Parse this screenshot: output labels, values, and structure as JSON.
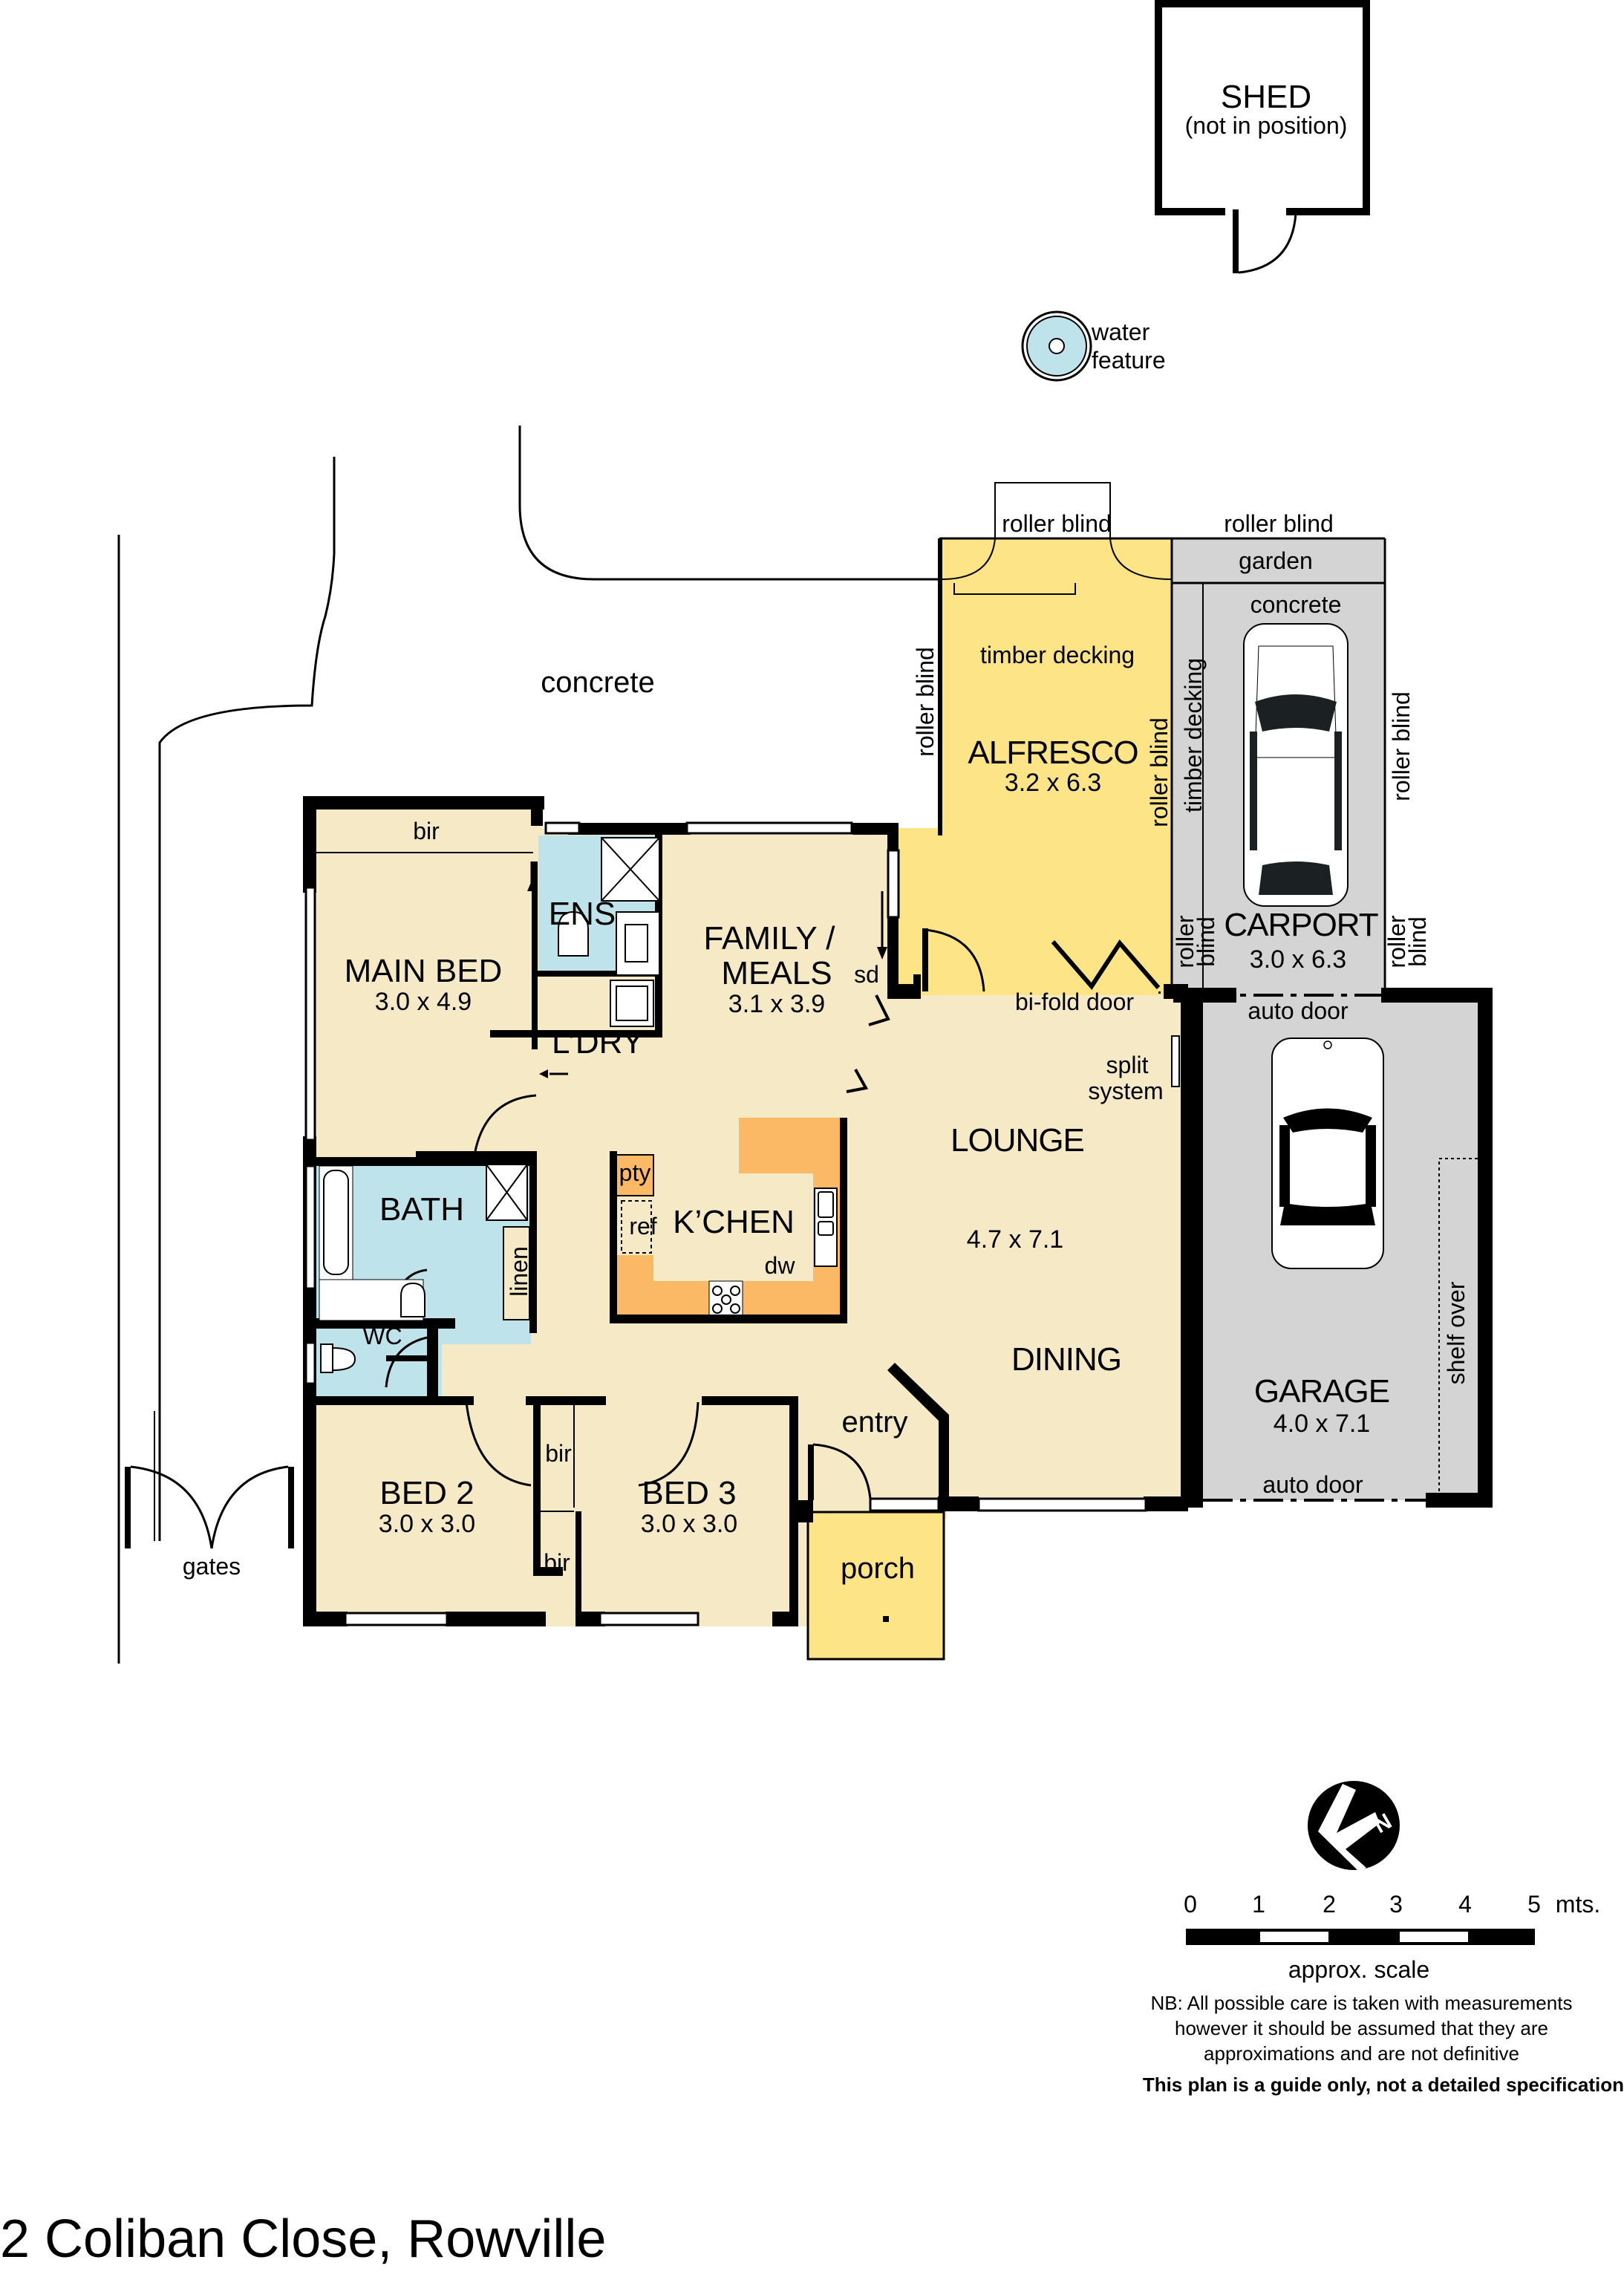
{
  "title": "2 Coliban Close, Rowville",
  "colors": {
    "interior": "#f6e9c6",
    "wet_area": "#bfe3ea",
    "kitchen_bench": "#fbb865",
    "outdoor_deck": "#fde487",
    "garage": "#d4d4d4",
    "wall": "#000000"
  },
  "outside": {
    "shed": {
      "name": "SHED",
      "note": "(not in position)"
    },
    "water_feature": {
      "line1": "water",
      "line2": "feature"
    },
    "concrete_yard": "concrete",
    "gates": "gates"
  },
  "rooms": {
    "alfresco": {
      "name": "ALFRESCO",
      "dims": "3.2 x 6.3",
      "surface": "timber decking",
      "top_blind": "roller blind",
      "left_blind": "roller blind",
      "right_blind": "roller blind"
    },
    "carport": {
      "name": "CARPORT",
      "dims": "3.0 x 6.3",
      "garden": "garden",
      "surface": "concrete",
      "side_decking": "timber decking",
      "top_blind": "roller blind",
      "right_blind": "roller blind",
      "left_low_blind_1": "roller",
      "left_low_blind_2": "blind",
      "right_low_blind_1": "roller",
      "right_low_blind_2": "blind"
    },
    "garage": {
      "name": "GARAGE",
      "dims": "4.0 x 7.1",
      "auto_door_top": "auto door",
      "auto_door_bottom": "auto door",
      "shelf": "shelf over"
    },
    "main_bed": {
      "name": "MAIN BED",
      "dims": "3.0 x 4.9",
      "robe": "bir"
    },
    "ensuite": {
      "name": "ENS"
    },
    "laundry": {
      "name": "L’DRY"
    },
    "family_meals": {
      "name_line1": "FAMILY /",
      "name_line2": "MEALS",
      "dims": "3.1 x 3.9",
      "sliding_door": "sd"
    },
    "lounge": {
      "name": "LOUNGE",
      "dims": "4.7 x 7.1",
      "dining": "DINING",
      "bifold": "bi-fold door",
      "split_1": "split",
      "split_2": "system"
    },
    "kitchen": {
      "name": "K’CHEN",
      "pantry": "pty",
      "fridge": "ref",
      "dishwasher": "dw"
    },
    "bath": {
      "name": "BATH",
      "linen": "linen"
    },
    "wc": {
      "name": "WC"
    },
    "bed2": {
      "name": "BED 2",
      "dims": "3.0 x 3.0",
      "robe": "bir"
    },
    "bed3": {
      "name": "BED 3",
      "dims": "3.0 x 3.0",
      "robe": "bir"
    },
    "entry": {
      "name": "entry"
    },
    "porch": {
      "name": "porch"
    }
  },
  "legend": {
    "compass_letter": "N",
    "scale_ticks": [
      "0",
      "1",
      "2",
      "3",
      "4",
      "5"
    ],
    "scale_unit": "mts.",
    "scale_caption": "approx. scale",
    "nb_line1": "NB:  All possible care is taken with measurements",
    "nb_line2": "however it should be assumed that they are",
    "nb_line3": "approximations and are not definitive",
    "guide": "This plan is a guide only, not a detailed specification"
  }
}
